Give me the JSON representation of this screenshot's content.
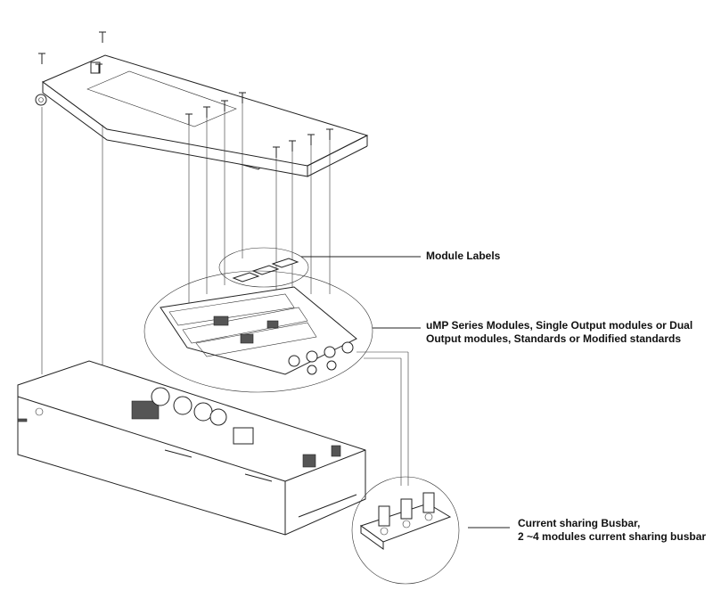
{
  "callouts": {
    "module_labels": "Module Labels",
    "modules_line1": "uMP Series Modules, Single Output modules or Dual",
    "modules_line2": "Output modules, Standards or Modified standards",
    "busbar_line1": "Current sharing Busbar,",
    "busbar_line2": "2 ~4 modules current sharing busbar"
  }
}
